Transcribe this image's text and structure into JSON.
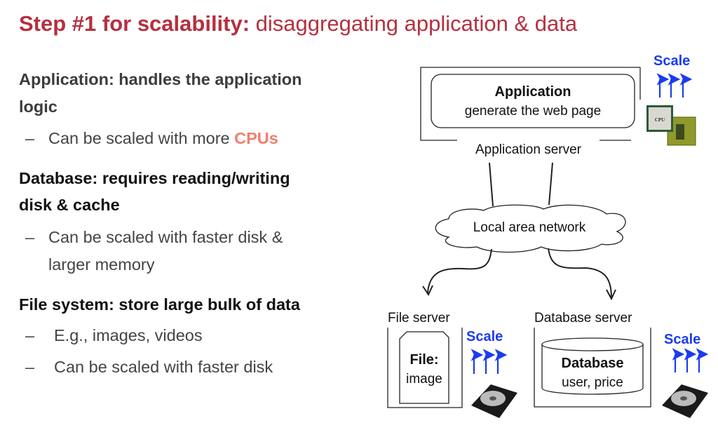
{
  "title": {
    "bold": "Step #1 for scalability:",
    "rest": " disaggregating application & data"
  },
  "left": {
    "app_heading_1": "Application: handles the application",
    "app_heading_2": "logic",
    "app_bullet_prefix": "Can be scaled with more ",
    "app_bullet_highlight": "CPUs",
    "db_heading_1": "Database: requires reading/writing",
    "db_heading_2": "disk & cache",
    "db_bullet_1": "Can be scaled with faster disk &",
    "db_bullet_2": "larger memory",
    "fs_heading": "File system: store large bulk of data",
    "fs_bullet_1": "E.g., images, videos",
    "fs_bullet_2": "Can be scaled with faster disk",
    "dash": "–"
  },
  "diagram": {
    "app_title": "Application",
    "app_sub": "generate the web page",
    "app_server": "Application server",
    "network": "Local area network",
    "file_server": "File server",
    "file_title": "File:",
    "file_sub": "image",
    "db_server": "Database server",
    "db_title": "Database",
    "db_sub": "user, price",
    "scale": "Scale",
    "cpu_label": "CPU"
  },
  "colors": {
    "title": "#b5303f",
    "highlight": "#f07f6f",
    "scale": "#1a3cf0"
  }
}
